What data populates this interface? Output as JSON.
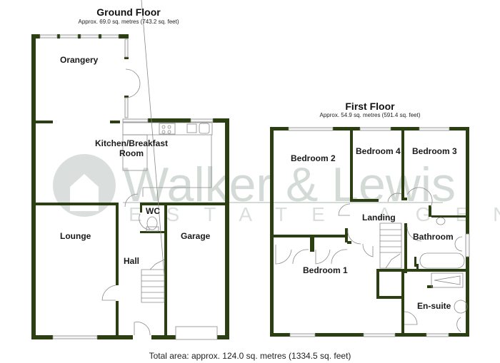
{
  "ground_floor": {
    "title": "Ground Floor",
    "area": "Approx. 69.0 sq. metres (743.2 sq. feet)",
    "rooms": {
      "orangery": "Orangery",
      "kitchen_line1": "Kitchen/Breakfast",
      "kitchen_line2": "Room",
      "wc": "WC",
      "lounge": "Lounge",
      "hall": "Hall",
      "garage": "Garage"
    }
  },
  "first_floor": {
    "title": "First Floor",
    "area": "Approx. 54.9 sq. metres (591.4 sq. feet)",
    "rooms": {
      "bedroom2": "Bedroom 2",
      "bedroom4": "Bedroom 4",
      "bedroom3": "Bedroom 3",
      "landing": "Landing",
      "bathroom": "Bathroom",
      "bedroom1": "Bedroom 1",
      "ensuite": "En-suite"
    }
  },
  "watermark": {
    "line1": "Walker & Lewis",
    "line2": "ESTATE AGENTS",
    "logo": "WL"
  },
  "total_area": "Total area: approx. 124.0 sq. metres (1334.5 sq. feet)",
  "colors": {
    "wall": "#2b3f12",
    "window": "#f4f4f4",
    "fixture": "#9a9a9a",
    "watermark": "#c8d0cc"
  }
}
